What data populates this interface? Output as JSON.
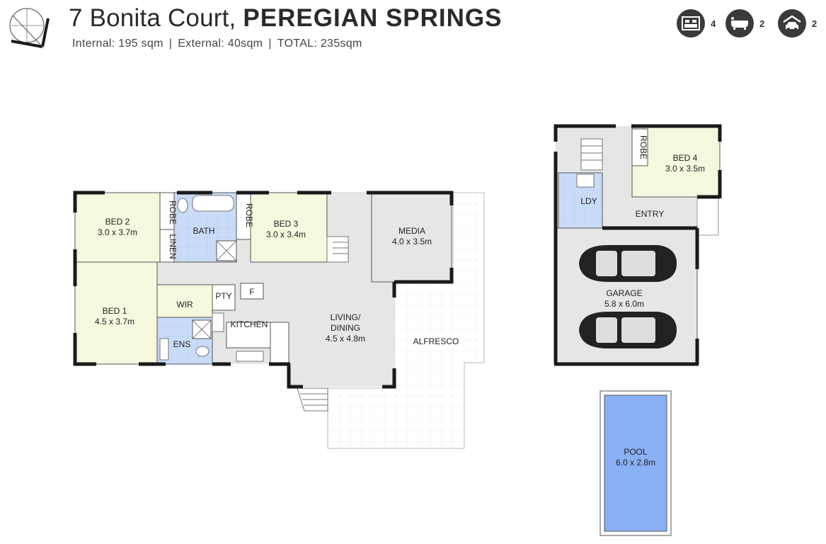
{
  "header": {
    "address": "7 Bonita Court,",
    "suburb": "PEREGIAN SPRINGS",
    "internal": "Internal: 195 sqm",
    "separator": "|",
    "external": "External: 40sqm",
    "total": "TOTAL: 235sqm"
  },
  "features": [
    {
      "icon": "bed-icon",
      "count": "4"
    },
    {
      "icon": "bath-icon",
      "count": "2"
    },
    {
      "icon": "car-icon",
      "count": "2"
    }
  ],
  "rooms": {
    "bed2": {
      "name": "BED 2",
      "size": "3.0 x 3.7m"
    },
    "robe1": {
      "name": "ROBE"
    },
    "linen": {
      "name": "LINEN"
    },
    "bath": {
      "name": "BATH"
    },
    "robe2": {
      "name": "ROBE"
    },
    "bed3": {
      "name": "BED 3",
      "size": "3.0 x 3.4m"
    },
    "media": {
      "name": "MEDIA",
      "size": "4.0 x 3.5m"
    },
    "bed1": {
      "name": "BED 1",
      "size": "4.5 x 3.7m"
    },
    "wir": {
      "name": "WIR"
    },
    "pty": {
      "name": "PTY"
    },
    "fridge": {
      "name": "F"
    },
    "kitchen": {
      "name": "KITCHEN"
    },
    "ens": {
      "name": "ENS"
    },
    "living": {
      "name": "LIVING/",
      "name2": "DINING",
      "size": "4.5 x 4.8m"
    },
    "alfresco": {
      "name": "ALFRESCO"
    },
    "robe3": {
      "name": "ROBE"
    },
    "bed4": {
      "name": "BED 4",
      "size": "3.0 x 3.5m"
    },
    "ldy": {
      "name": "LDY"
    },
    "entry": {
      "name": "ENTRY"
    },
    "garage": {
      "name": "GARAGE",
      "size": "5.8 x 6.0m"
    },
    "pool": {
      "name": "POOL",
      "size": "6.0 x 2.8m"
    }
  },
  "colors": {
    "wall": "#1a1a1a",
    "floor": "#e6e6e6",
    "bedroom": "#f5f8dc",
    "wet": "#c9dcf7",
    "pool": "#8ab0f5",
    "outdoor": "#ffffff"
  }
}
